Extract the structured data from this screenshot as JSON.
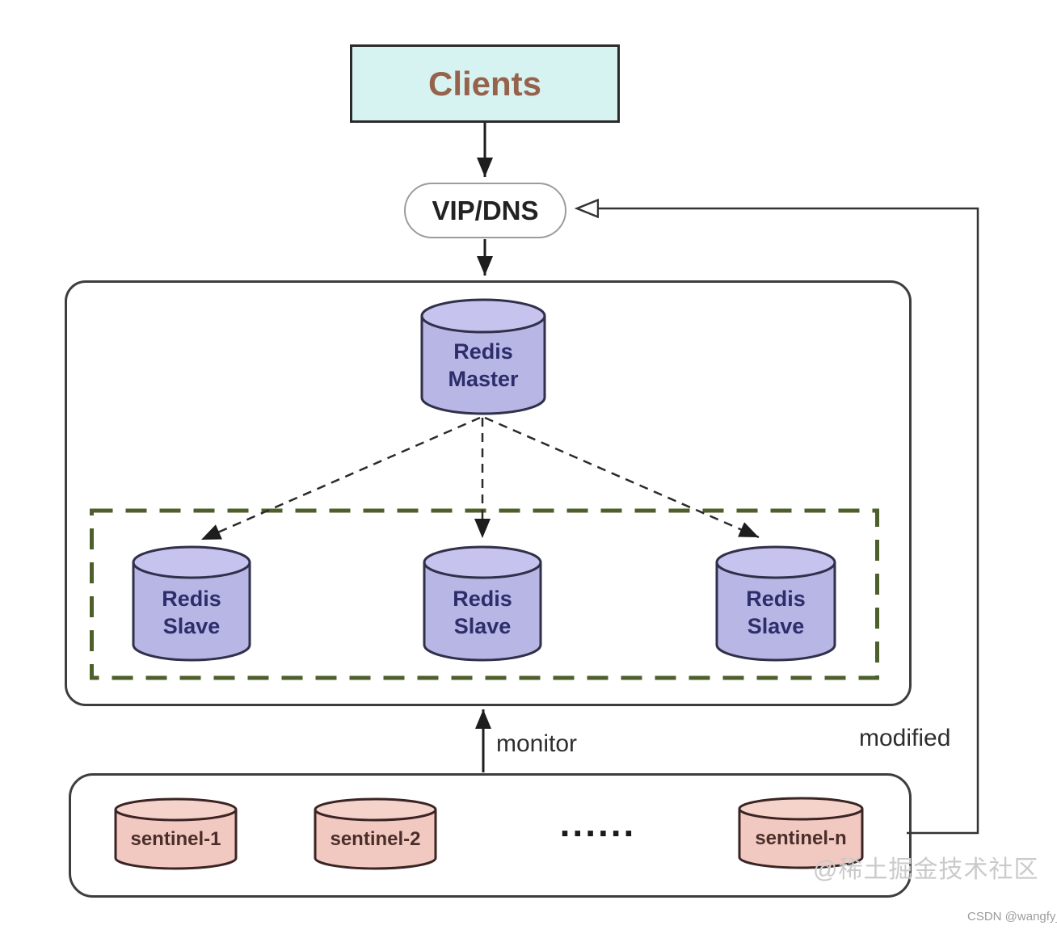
{
  "nodes": {
    "clients": {
      "label": "Clients"
    },
    "vip_dns": {
      "label": "VIP/DNS"
    },
    "redis_master": {
      "line1": "Redis",
      "line2": "Master"
    },
    "redis_slaves": [
      {
        "line1": "Redis",
        "line2": "Slave"
      },
      {
        "line1": "Redis",
        "line2": "Slave"
      },
      {
        "line1": "Redis",
        "line2": "Slave"
      }
    ],
    "sentinels": [
      {
        "label": "sentinel-1"
      },
      {
        "label": "sentinel-2"
      },
      {
        "label": "sentinel-n"
      }
    ],
    "sentinel_ellipsis": "......"
  },
  "edge_labels": {
    "monitor": "monitor",
    "modified": "modified"
  },
  "watermarks": {
    "community": "@稀土掘金技术社区",
    "csdn": "CSDN @wangfy_"
  },
  "colors": {
    "clients_fill": "#d6f3f2",
    "clients_text": "#96624c",
    "redis_fill": "#b8b6e5",
    "redis_top_fill": "#c6c4ee",
    "sentinel_fill": "#f1c9c1",
    "sentinel_top_fill": "#f5d3cb",
    "dashed_group_border": "#4d5f2b",
    "line": "#222222"
  }
}
